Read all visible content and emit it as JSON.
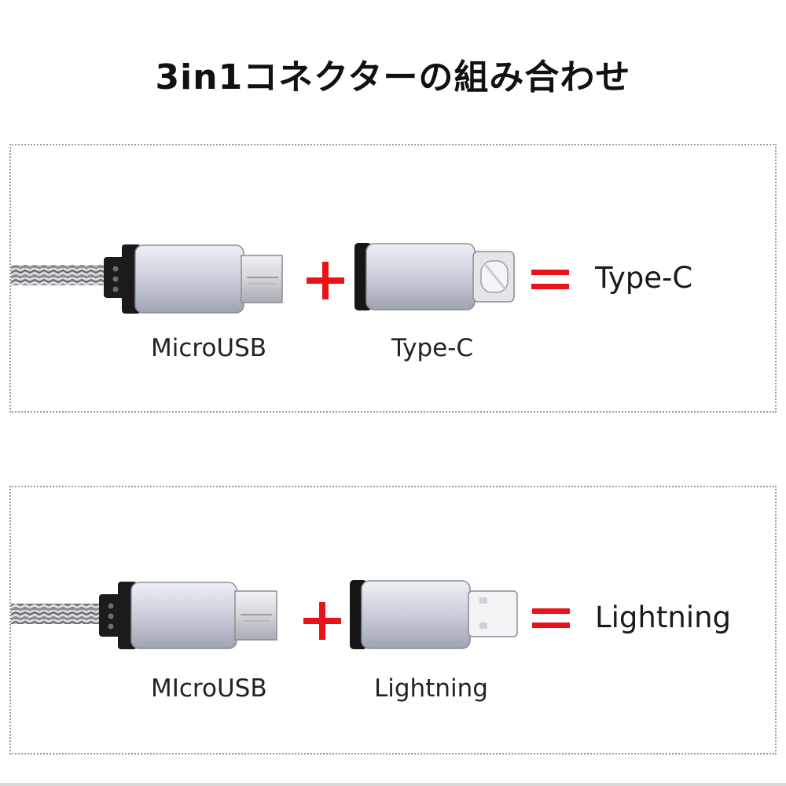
{
  "title": "3in1コネクターの組み合わせ",
  "combos": [
    {
      "left_label": "MicroUSB",
      "right_label": "Type-C",
      "result": "Type-C"
    },
    {
      "left_label": "MIcroUSB",
      "right_label": "Lightning",
      "result": "Lightning"
    }
  ],
  "colors": {
    "operator": "#e8141a",
    "connector_body": "#c9ccd6",
    "connector_cap": "#1c1c1c",
    "cable_braid": "#9b9ba1"
  },
  "icons": {
    "plus": "plus-icon",
    "equals": "equals-icon"
  }
}
